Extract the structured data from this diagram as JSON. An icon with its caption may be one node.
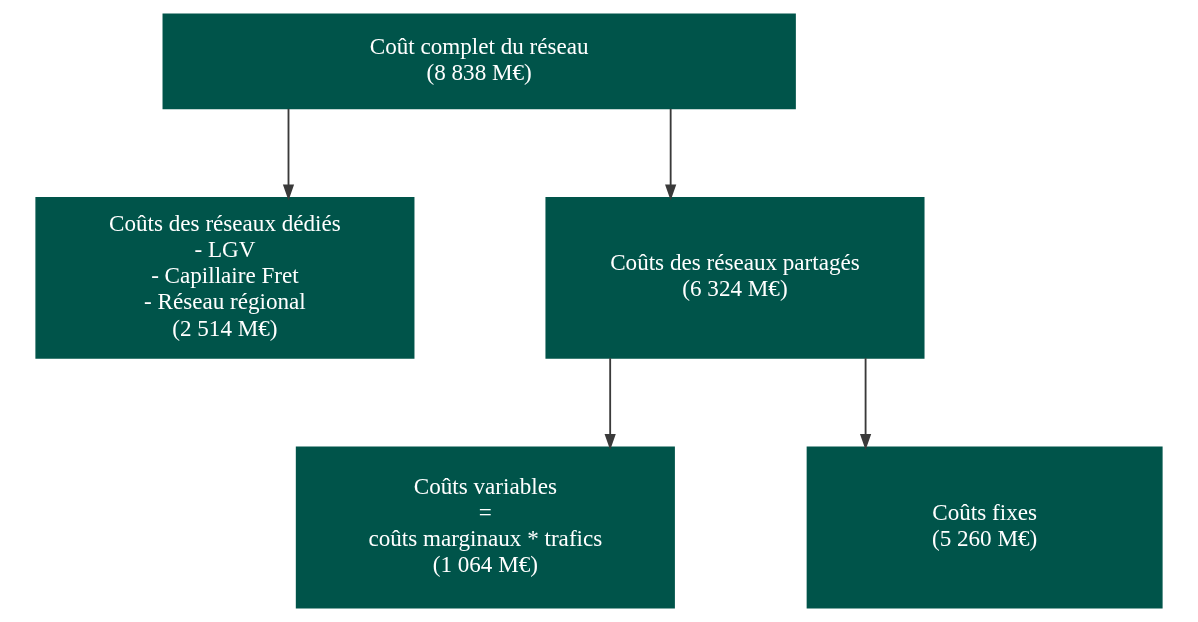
{
  "diagram": {
    "nodes": [
      {
        "text": [
          "Coût complet du réseau",
          "(8 838 M€)"
        ]
      },
      {
        "text": [
          "Coûts des réseaux dédiés",
          "- LGV",
          "- Capillaire Fret",
          "- Réseau régional",
          "(2 514 M€)"
        ]
      },
      {
        "text": [
          "Coûts des réseaux partagés",
          "(6 324 M€)"
        ]
      },
      {
        "text": [
          "Coûts variables",
          "=",
          "coûts marginaux * trafics",
          "(1 064 M€)"
        ]
      },
      {
        "text": [
          "Coûts fixes",
          "(5 260 M€)"
        ]
      }
    ],
    "edges": [
      {
        "from": 0,
        "to": 1,
        "arrow": "to"
      },
      {
        "from": 0,
        "to": 2,
        "arrow": "to"
      },
      {
        "from": 2,
        "to": 3,
        "arrow": "to"
      },
      {
        "from": 2,
        "to": 4,
        "arrow": "to"
      }
    ]
  }
}
